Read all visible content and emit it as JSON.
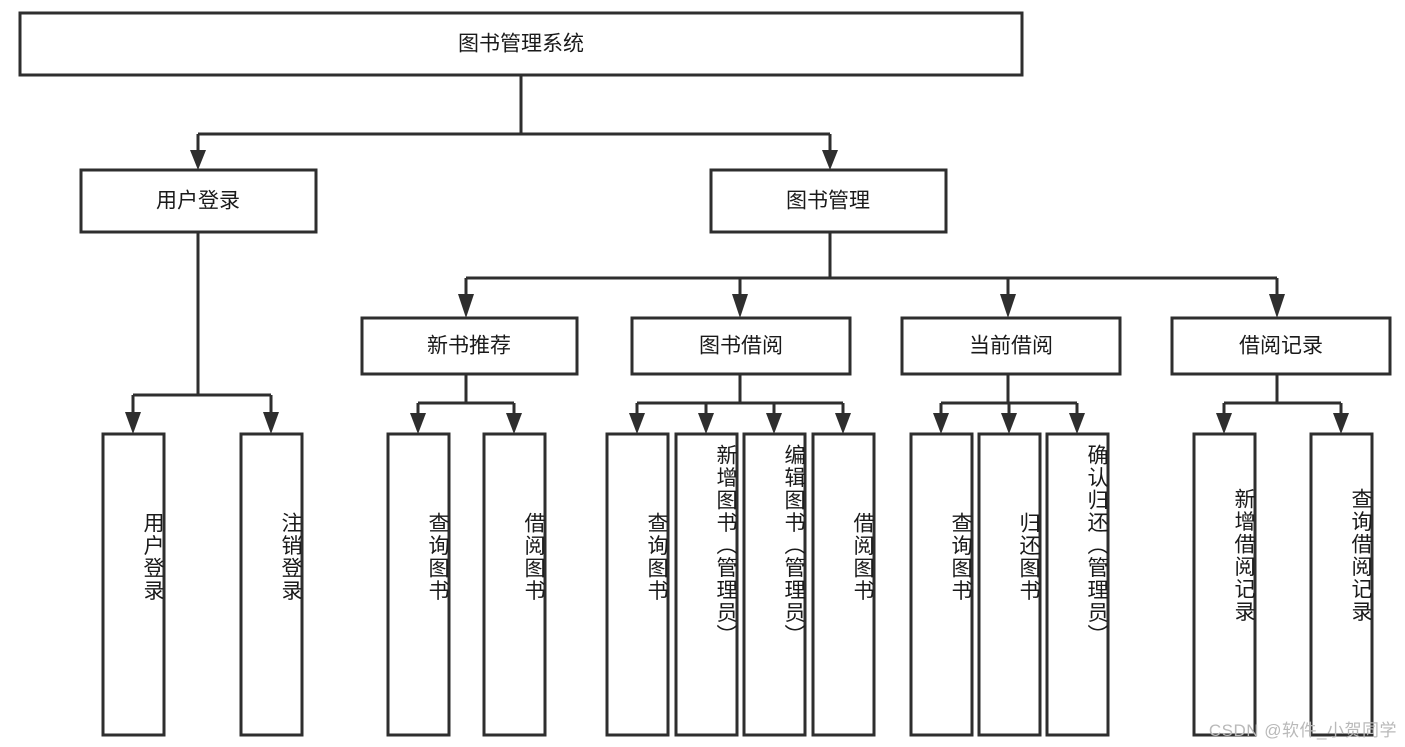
{
  "diagram": {
    "title_node": {
      "label": "图书管理系统"
    },
    "level2": [
      {
        "id": "user-login",
        "label": "用户登录"
      },
      {
        "id": "book-management",
        "label": "图书管理"
      }
    ],
    "level3": [
      {
        "id": "new-book-recommend",
        "label": "新书推荐",
        "parent": "book-management"
      },
      {
        "id": "book-borrow",
        "label": "图书借阅",
        "parent": "book-management"
      },
      {
        "id": "current-borrow",
        "label": "当前借阅",
        "parent": "book-management"
      },
      {
        "id": "borrow-record",
        "label": "借阅记录",
        "parent": "book-management"
      }
    ],
    "leaves": [
      {
        "id": "leaf-user-login",
        "label": "用户登录",
        "parent": "user-login"
      },
      {
        "id": "leaf-logout-login",
        "label": "注销登录",
        "parent": "user-login"
      },
      {
        "id": "leaf-query-book-1",
        "label": "查询图书",
        "parent": "new-book-recommend"
      },
      {
        "id": "leaf-borrow-book-1",
        "label": "借阅图书",
        "parent": "new-book-recommend"
      },
      {
        "id": "leaf-query-book-2",
        "label": "查询图书",
        "parent": "book-borrow"
      },
      {
        "id": "leaf-add-book",
        "label": "新增图书（管理员）",
        "parent": "book-borrow"
      },
      {
        "id": "leaf-edit-book",
        "label": "编辑图书（管理员）",
        "parent": "book-borrow"
      },
      {
        "id": "leaf-borrow-book-2",
        "label": "借阅图书",
        "parent": "book-borrow"
      },
      {
        "id": "leaf-query-book-3",
        "label": "查询图书",
        "parent": "current-borrow"
      },
      {
        "id": "leaf-return-book",
        "label": "归还图书",
        "parent": "current-borrow"
      },
      {
        "id": "leaf-confirm-return",
        "label": "确认归还（管理员）",
        "parent": "current-borrow"
      },
      {
        "id": "leaf-add-record",
        "label": "新增借阅记录",
        "parent": "borrow-record"
      },
      {
        "id": "leaf-query-record",
        "label": "查询借阅记录",
        "parent": "borrow-record"
      }
    ],
    "colors": {
      "stroke": "#2e2e2e",
      "fill": "#ffffff",
      "text": "#1a1a1a",
      "watermark": "#b9b9b9"
    }
  },
  "watermark": {
    "text": "CSDN @软件_小贺同学"
  }
}
